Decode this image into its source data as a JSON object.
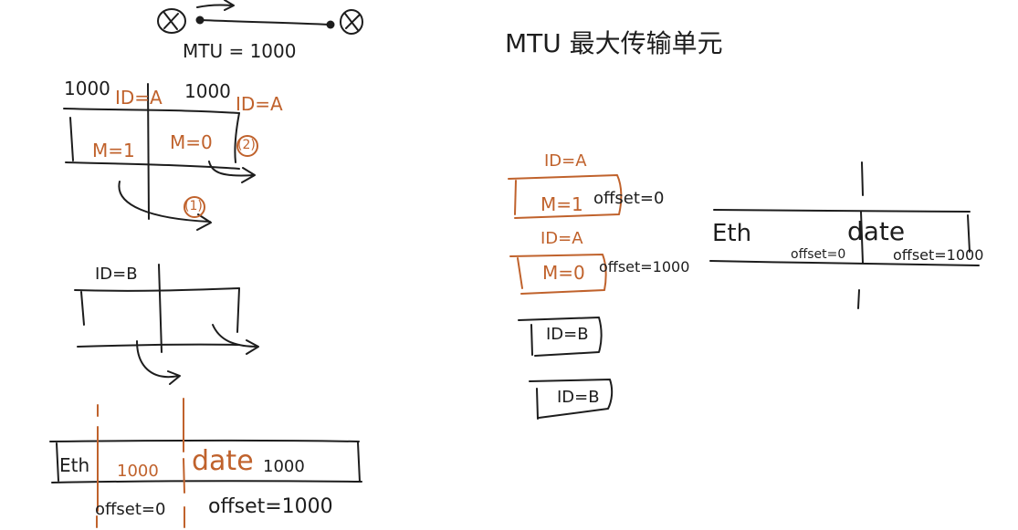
{
  "colors": {
    "ink": "#1d1d1d",
    "marker_orange": "#c0622c",
    "background": "#ffffff"
  },
  "diagram": {
    "title": "MTU 最大传输单元",
    "mtu_label": "MTU = 1000",
    "sizes": [
      "1000",
      "1000"
    ],
    "fragment_a": {
      "ids": [
        "ID=A",
        "ID=A"
      ],
      "mf_flags": [
        "M=1",
        "M=0"
      ],
      "step_numbers": [
        "(2)",
        "(1)"
      ]
    },
    "fragment_b": {
      "id": "ID=B"
    },
    "bottom_frame": {
      "parts": [
        "Eth",
        "1000",
        "date",
        "1000"
      ],
      "offsets": [
        "offset=0",
        "offset=1000"
      ]
    },
    "queue": {
      "items": [
        {
          "id": "ID=A",
          "mf": "M=1",
          "offset": "offset=0"
        },
        {
          "id": "ID=A",
          "mf": "M=0",
          "offset": "offset=1000"
        },
        {
          "id": "ID=B"
        },
        {
          "id": "ID=B"
        }
      ]
    },
    "reassembled": {
      "parts": [
        "Eth",
        "date"
      ],
      "offsets": [
        "offset=0",
        "offset=1000"
      ]
    }
  }
}
